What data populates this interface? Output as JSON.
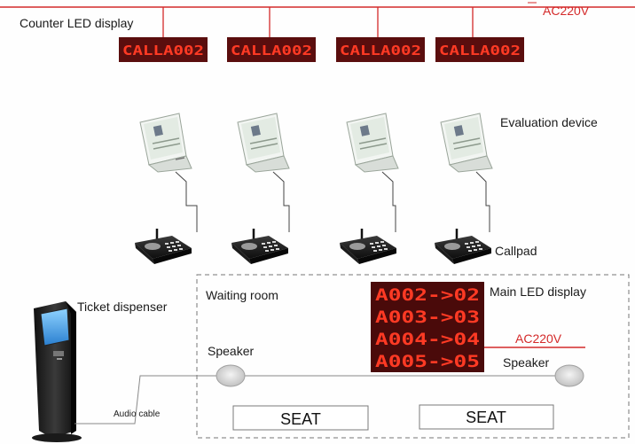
{
  "labels": {
    "counter_led": "Counter LED display",
    "ac_top": "AC220V",
    "evaluation": "Evaluation device",
    "callpad": "Callpad",
    "ticket_dispenser": "Ticket dispenser",
    "waiting_room": "Waiting room",
    "main_led": "Main LED display",
    "ac_bottom": "AC220V",
    "speaker_left": "Speaker",
    "speaker_right": "Speaker",
    "audio_cable": "Audio cable",
    "seat_left": "SEAT",
    "seat_right": "SEAT"
  },
  "counter_displays": [
    "CALLA002",
    "CALLA002",
    "CALLA002",
    "CALLA002"
  ],
  "main_display_lines": [
    "A002->02",
    "A003->03",
    "A004->04",
    "A005->05"
  ],
  "colors": {
    "accent_red": "#d42a2a",
    "led_background": "#5a0e0e",
    "led_text": "#ff3a24",
    "line": "#555555"
  },
  "icons": [
    "evaluation-device-icon",
    "callpad-icon",
    "ticket-kiosk-icon",
    "speaker-icon"
  ]
}
